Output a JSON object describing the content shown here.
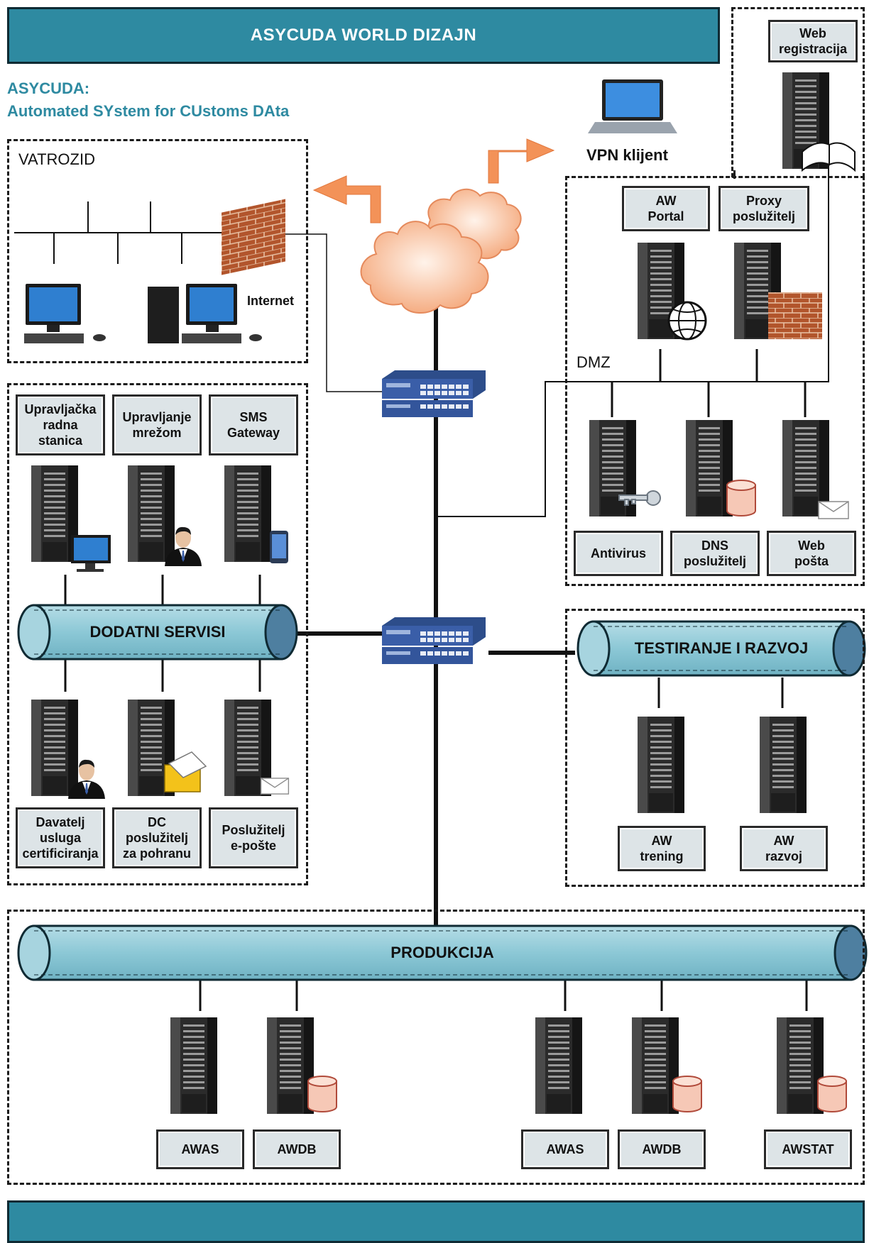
{
  "header": {
    "title": "ASYCUDA WORLD DIZAJN",
    "acronym_line1": "ASYCUDA:",
    "acronym_line2": "Automated SYstem for CUstoms DAta"
  },
  "colors": {
    "banner": "#2e8aa1",
    "pipe": "#8cc8d6",
    "label_bg": "#dde4e7",
    "cloud": "#f6b48c",
    "arrow": "#f08b4f"
  },
  "zones": {
    "vatrozid": {
      "title": "VATROZID",
      "internet_label": "Internet"
    },
    "vpn": {
      "client_label": "VPN klijent",
      "web_registration": "Web\nregistracija"
    },
    "dmz": {
      "title": "DMZ",
      "aw_portal": "AW\nPortal",
      "proxy": "Proxy\nposlužitelj",
      "antivirus": "Antivirus",
      "dns": "DNS\nposlužitelj",
      "web_mail": "Web\npošta"
    },
    "additional_services": {
      "pipe_label": "DODATNI SERVISI",
      "top_labels": [
        "Upravljačka\nradna\nstanica",
        "Upravljanje\nmrežom",
        "SMS\nGateway"
      ],
      "bottom_labels": [
        "Davatelj\nusluga\ncertificiranja",
        "DC\nposlužitelj\nza pohranu",
        "Poslužitelj\ne-pošte"
      ]
    },
    "testing": {
      "pipe_label": "TESTIRANJE I RAZVOJ",
      "labels": [
        "AW\ntrening",
        "AW\nrazvoj"
      ]
    },
    "production": {
      "pipe_label": "PRODUKCIJA",
      "labels": [
        "AWAS",
        "AWDB",
        "AWAS",
        "AWDB",
        "AWSTAT"
      ]
    }
  },
  "icons": {
    "server": "server-tower-icon",
    "switch": "network-switch-icon",
    "cloud": "internet-cloud-icon",
    "firewall": "brick-firewall-icon",
    "laptop": "laptop-icon",
    "desktop": "desktop-computer-icon",
    "database": "database-cylinder-icon",
    "envelope": "envelope-icon",
    "key": "key-icon",
    "globe": "globe-icon",
    "book": "book-icon",
    "folder": "folder-icon",
    "person": "person-icon",
    "phone": "smartphone-icon",
    "monitor": "monitor-icon",
    "arrow": "arrow-icon"
  }
}
